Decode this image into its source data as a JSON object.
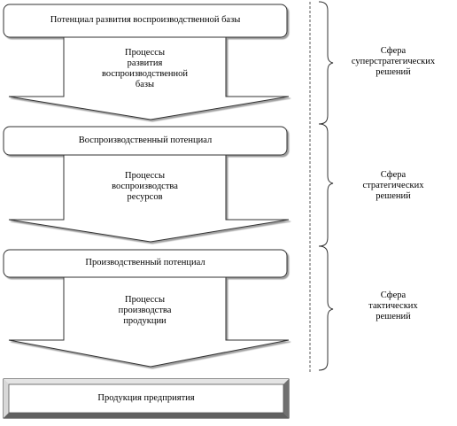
{
  "boxes": [
    {
      "text": "Потенциал развития воспроизводственной базы"
    },
    {
      "text": "Воспроизводственный потенциал"
    },
    {
      "text": "Производственный потенциал"
    },
    {
      "text": "Продукция предприятия"
    }
  ],
  "arrows": [
    {
      "lines": [
        "Процессы",
        "развития",
        "воспроизводственной",
        "базы"
      ]
    },
    {
      "lines": [
        "Процессы",
        "воспроизводства",
        "ресурсов"
      ]
    },
    {
      "lines": [
        "Процессы",
        "производства",
        "продукции"
      ]
    }
  ],
  "spheres": [
    {
      "lines": [
        "Сфера",
        "суперстратегических",
        "решений"
      ]
    },
    {
      "lines": [
        "Сфера",
        "стратегических",
        "решений"
      ]
    },
    {
      "lines": [
        "Сфера",
        "тактических",
        "решений"
      ]
    }
  ]
}
